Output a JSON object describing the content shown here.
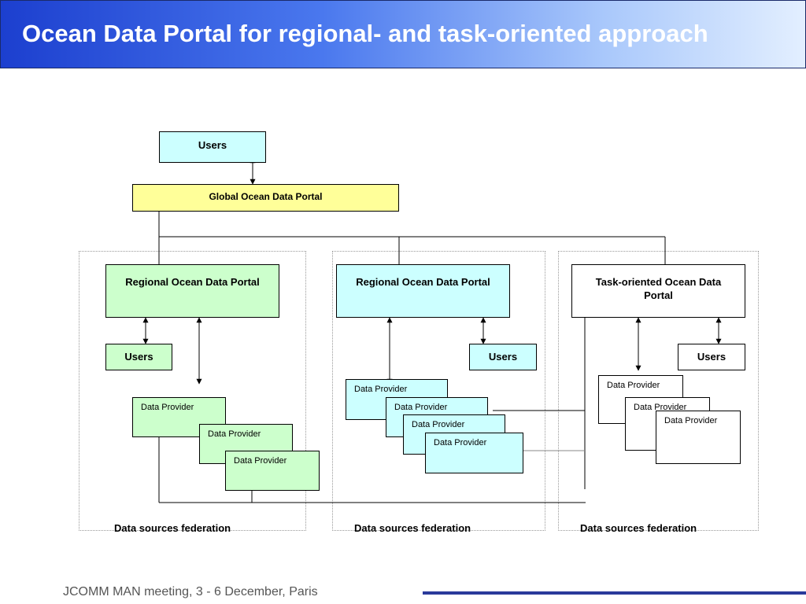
{
  "header": {
    "title": "Ocean Data Portal for regional- and task-oriented approach"
  },
  "diagram": {
    "users_top": "Users",
    "global_portal": "Global Ocean Data Portal",
    "regions": [
      {
        "portal": "Regional Ocean Data Portal",
        "users": "Users",
        "providers": [
          "Data Provider",
          "Data Provider",
          "Data Provider"
        ],
        "federation": "Data sources federation"
      },
      {
        "portal": "Regional Ocean Data Portal",
        "users": "Users",
        "providers": [
          "Data Provider",
          "Data Provider",
          "Data Provider",
          "Data Provider"
        ],
        "federation": "Data sources federation"
      },
      {
        "portal": "Task-oriented  Ocean Data Portal",
        "users": "Users",
        "providers": [
          "Data Provider",
          "Data Provider",
          "Data Provider"
        ],
        "federation": "Data sources federation"
      }
    ],
    "colors": {
      "yellow": "#ffff99",
      "green": "#ccffcc",
      "cyan": "#ccffff",
      "title_blue": "#1c3fcf"
    }
  },
  "footer": {
    "text": "JCOMM MAN meeting, 3 - 6 December, Paris"
  }
}
